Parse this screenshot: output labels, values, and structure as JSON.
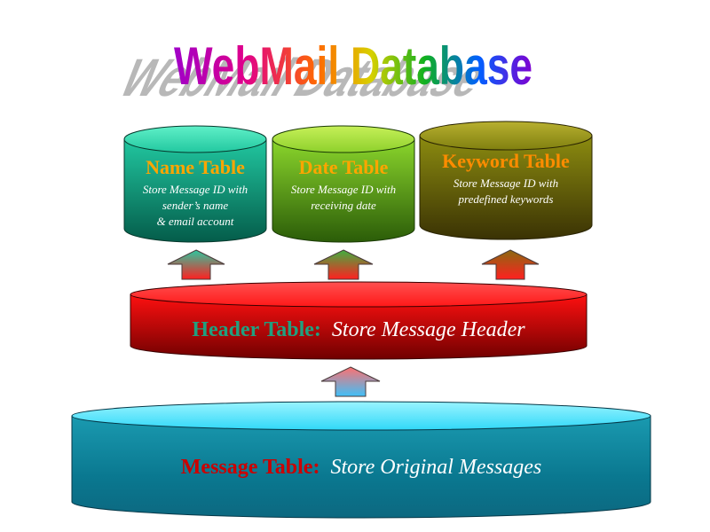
{
  "title": "WebMail Database",
  "tables": {
    "name": {
      "title": "Name Table",
      "desc": [
        "Store Message ID with",
        "sender’s name",
        "& email account"
      ]
    },
    "date": {
      "title": "Date Table",
      "desc": [
        "Store Message ID with",
        "receiving date"
      ]
    },
    "keyword": {
      "title": "Keyword Table",
      "desc": [
        "Store Message ID with",
        "predefined keywords"
      ]
    },
    "header": {
      "label": "Header Table:",
      "desc": "Store Message Header"
    },
    "message": {
      "label": "Message Table:",
      "desc": "Store Original Messages"
    }
  },
  "colors": {
    "name_title": "#FFA500",
    "date_title": "#FFA500",
    "keyword_title": "#FF8C00",
    "header_label": "#20A080",
    "message_label": "#CC0000"
  },
  "icons": [
    "up-arrow-icon"
  ]
}
